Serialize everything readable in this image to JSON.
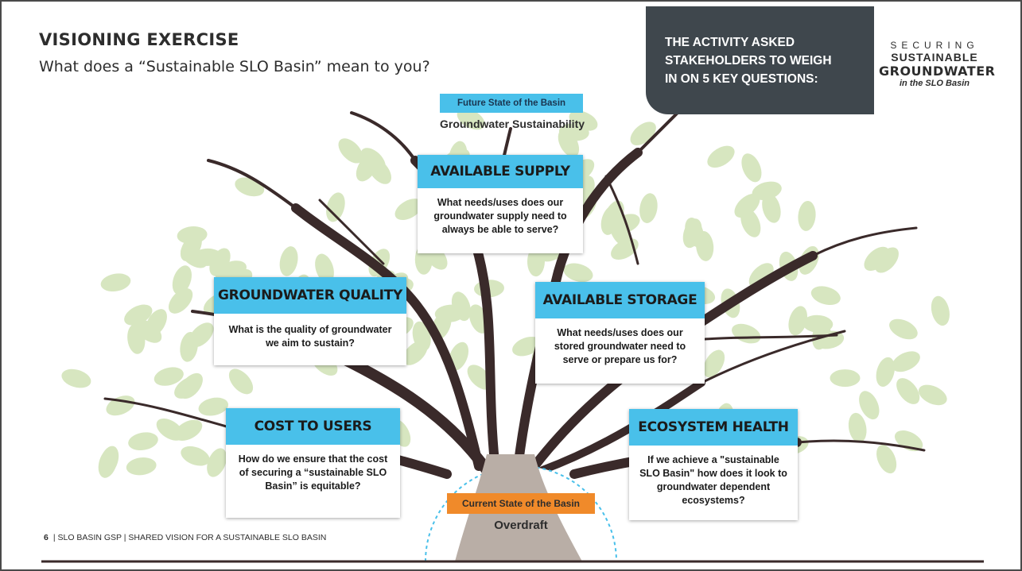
{
  "slide": {
    "title": "VISIONING EXERCISE",
    "subtitle": "What does a “Sustainable SLO Basin” mean to you?"
  },
  "callout": {
    "line1": "THE ACTIVITY ASKED",
    "line2": "STAKEHOLDERS TO WEIGH",
    "line3": "IN ON 5 KEY QUESTIONS:"
  },
  "logo": {
    "line1": "SECURING",
    "line2": "SUSTAINABLE",
    "line3": "GROUNDWATER",
    "line4": "in the SLO Basin"
  },
  "future": {
    "tag": "Future State of the Basin",
    "caption": "Groundwater Sustainability"
  },
  "current": {
    "tag": "Current State of the Basin",
    "caption": "Overdraft"
  },
  "questions": {
    "supply": {
      "title": "AVAILABLE SUPPLY",
      "text": "What needs/uses does our groundwater supply need to always be able to serve?"
    },
    "quality": {
      "title": "GROUNDWATER QUALITY",
      "text": "What is the quality of groundwater we aim to sustain?"
    },
    "storage": {
      "title": "AVAILABLE STORAGE",
      "text": "What needs/uses does our stored groundwater need to serve or prepare us for?"
    },
    "cost": {
      "title": "COST TO USERS",
      "text": "How do we ensure that the cost of securing a “sustainable SLO Basin” is equitable?"
    },
    "ecosystem": {
      "title": "ECOSYSTEM HEALTH",
      "text": "If we achieve a \"sustainable SLO Basin\" how does it look to groundwater dependent ecosystems?"
    }
  },
  "footer": {
    "page": "6",
    "text": "SLO BASIN GSP | SHARED VISION FOR A SUSTAINABLE SLO BASIN"
  },
  "colors": {
    "accent_blue": "#49c0ea",
    "callout_bg": "#3f474d",
    "orange_tag": "#f08a2a",
    "leaf": "#d7e6c0",
    "branch": "#3a2a2a",
    "trunk": "#b9aea6"
  }
}
